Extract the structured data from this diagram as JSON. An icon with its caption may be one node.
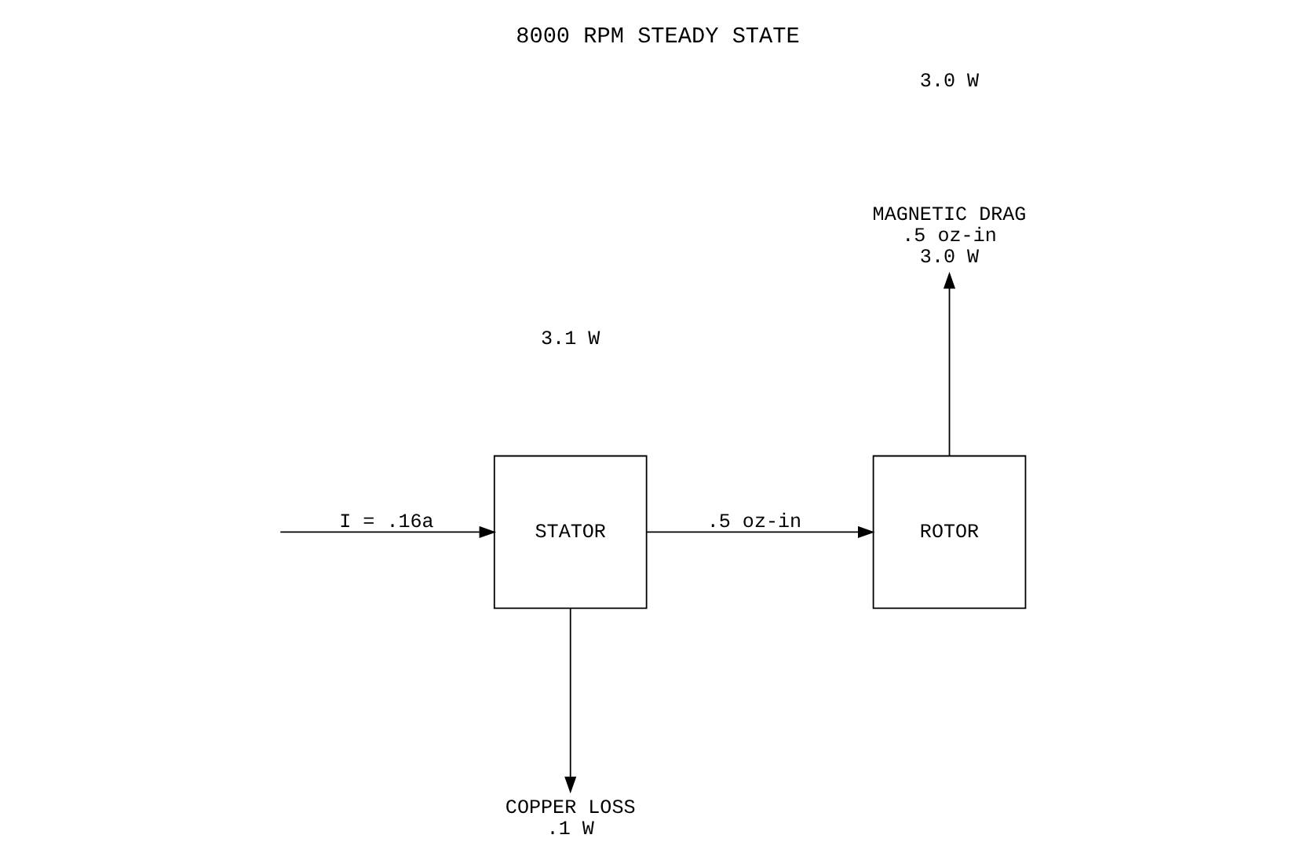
{
  "diagram": {
    "title": "8000 RPM STEADY STATE",
    "nodes": [
      {
        "text": [
          "STATOR"
        ]
      },
      {
        "text": [
          "ROTOR"
        ]
      },
      {
        "text": [
          "COPPER LOSS",
          ".1 W"
        ]
      },
      {
        "text": [
          "MAGNETIC DRAG",
          ".5 oz-in",
          "3.0 W"
        ]
      }
    ],
    "edges": [
      {
        "from": null,
        "to": 0,
        "arrow": "to",
        "label": "I = .16a"
      },
      {
        "from": 0,
        "to": 1,
        "arrow": "to",
        "label": ".5 oz-in"
      },
      {
        "from": 0,
        "to": 2,
        "arrow": "to"
      },
      {
        "from": 1,
        "to": 3,
        "arrow": "to"
      }
    ],
    "labels": [
      "3.1 W",
      "3.0 W"
    ]
  }
}
